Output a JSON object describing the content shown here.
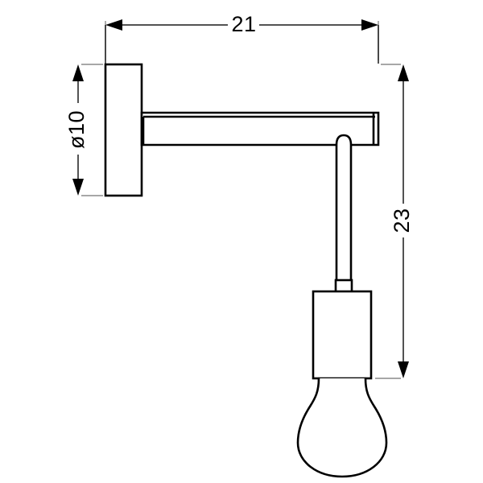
{
  "drawing": {
    "title": "Wall lamp technical drawing",
    "background_color": "#ffffff",
    "line_color": "#000000",
    "dimension_color": "#1a1a1a",
    "extension_line_color": "#8a8a8a"
  },
  "dimensions": {
    "width": {
      "label": "21",
      "name": "overall-width",
      "orientation": "horizontal",
      "position": "top"
    },
    "plate_diameter": {
      "label": "ø10",
      "name": "wall-plate-diameter",
      "orientation": "vertical-rotated",
      "position": "left"
    },
    "height": {
      "label": "23",
      "name": "overall-height",
      "orientation": "vertical-rotated",
      "position": "right"
    }
  },
  "parts": {
    "wall_plate": "wall-mount-plate",
    "arm": "horizontal-arm",
    "arm_joint": "arm-plate-joint",
    "arm_end_cap": "arm-end-cap",
    "cord": "suspension-rod",
    "collar": "socket-collar",
    "socket": "lamp-socket",
    "bulb": "light-bulb"
  }
}
